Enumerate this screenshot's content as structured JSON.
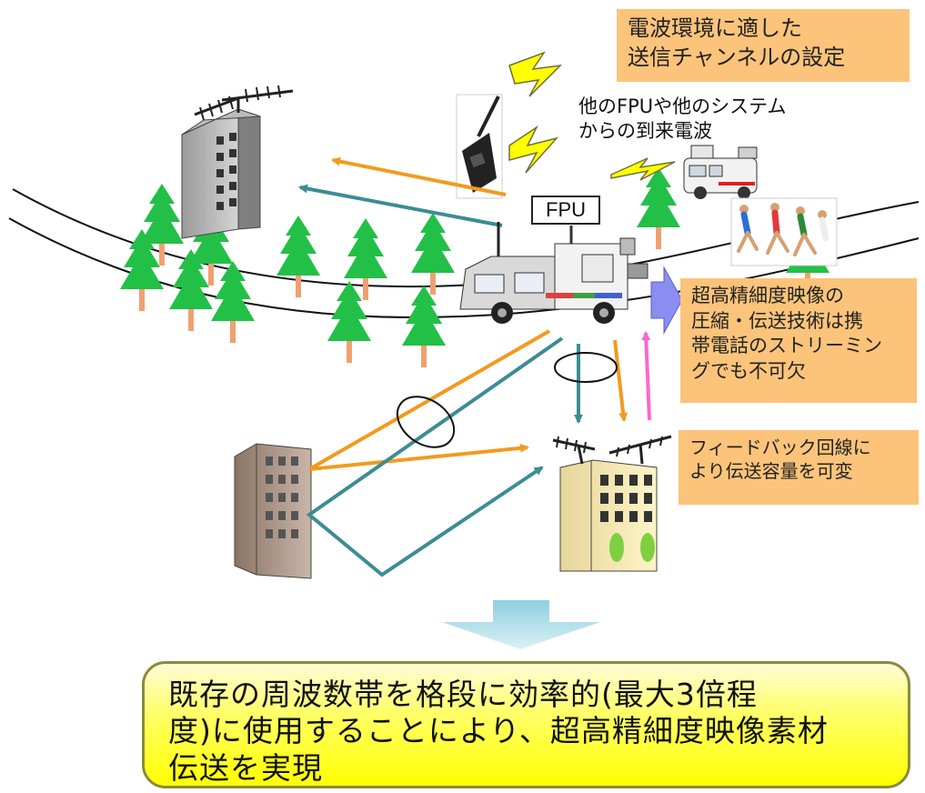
{
  "notes": {
    "channel_setting": "電波環境に適した\n送信チャンネルの設定",
    "interference": "他のFPUや他のシステム\nからの到来電波",
    "fpu_label": "FPU",
    "compression": "超高精細度映像の\n圧縮・伝送技術は携\n帯電話のストリーミン\nグでも不可欠",
    "feedback": "フィードバック回線に\nより伝送容量を可変"
  },
  "conclusion": "既存の周波数帯を格段に効率的(最大3倍程\n度)に使用することにより、超高精細度映像素材\n伝送を実現",
  "colors": {
    "note_fill": "#fbc47a",
    "orange_wave": "#f39a1e",
    "teal_wave": "#3c8c94",
    "pink_feedback": "#ff66cc",
    "tree_green": "#22c047",
    "lightning_yellow": "#ffff00",
    "arrow_blue": "#8a8ef0",
    "conclusion_fill": "#ffff00"
  }
}
